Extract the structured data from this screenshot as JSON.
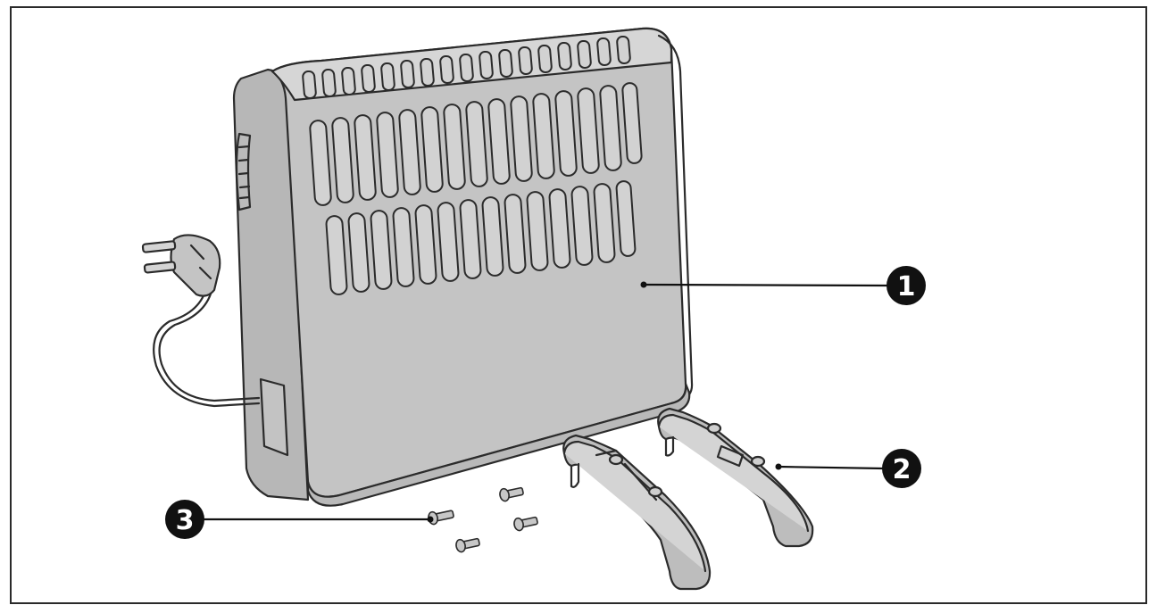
{
  "callouts": [
    {
      "id": "1",
      "label": "1"
    },
    {
      "id": "2",
      "label": "2"
    },
    {
      "id": "3",
      "label": "3"
    }
  ],
  "colors": {
    "ink": "#2b2b2b",
    "body": "#c9c9c9",
    "callout": "#111111",
    "callout_text": "#ffffff",
    "frame": "#2a2a2a"
  },
  "parts": [
    {
      "callout": "1",
      "icon": "heater-body-icon"
    },
    {
      "callout": "2",
      "icon": "feet-icon"
    },
    {
      "callout": "3",
      "icon": "screws-icon"
    }
  ]
}
